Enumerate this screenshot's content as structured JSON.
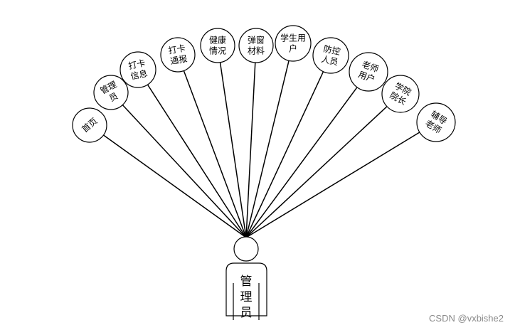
{
  "diagram": {
    "actor": {
      "label_lines": [
        "管",
        "理",
        "员"
      ]
    },
    "nodes": [
      {
        "id": "home",
        "lines": [
          "首页"
        ]
      },
      {
        "id": "admin",
        "lines": [
          "管理",
          "员"
        ]
      },
      {
        "id": "checkin-info",
        "lines": [
          "打卡",
          "信息"
        ]
      },
      {
        "id": "checkin-notice",
        "lines": [
          "打卡",
          "通报"
        ]
      },
      {
        "id": "health",
        "lines": [
          "健康",
          "情况"
        ]
      },
      {
        "id": "popup-material",
        "lines": [
          "弹窗",
          "材料"
        ]
      },
      {
        "id": "student-user",
        "lines": [
          "学生用",
          "户"
        ]
      },
      {
        "id": "prevention-staff",
        "lines": [
          "防控",
          "人员"
        ]
      },
      {
        "id": "teacher-user",
        "lines": [
          "老师",
          "用户"
        ]
      },
      {
        "id": "dean",
        "lines": [
          "学院",
          "院长"
        ]
      },
      {
        "id": "counselor",
        "lines": [
          "辅导",
          "老师"
        ]
      }
    ]
  },
  "watermark": "CSDN @vxbishe2"
}
